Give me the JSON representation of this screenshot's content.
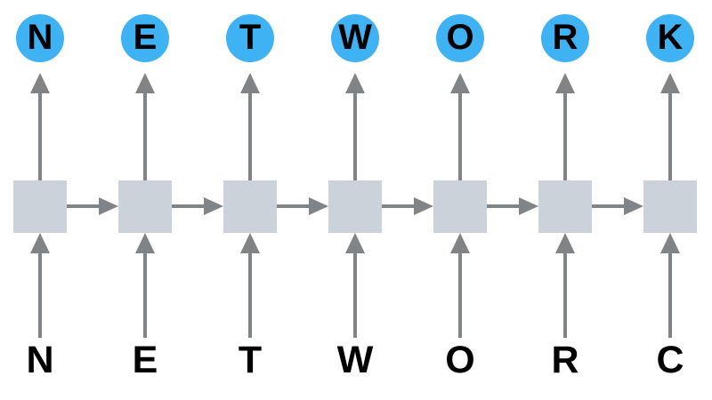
{
  "diagram": {
    "type": "rnn-character-sequence",
    "description": "Recurrent network chain mapping input characters to corrected output characters",
    "output_letters": [
      "N",
      "E",
      "T",
      "W",
      "O",
      "R",
      "K"
    ],
    "input_letters": [
      "N",
      "E",
      "T",
      "W",
      "O",
      "R",
      "C"
    ],
    "colors": {
      "output_node": "#3fb2f4",
      "hidden_cell": "#cbd2d9",
      "arrow": "#818487",
      "letter": "#000000",
      "background": "#ffffff"
    }
  }
}
